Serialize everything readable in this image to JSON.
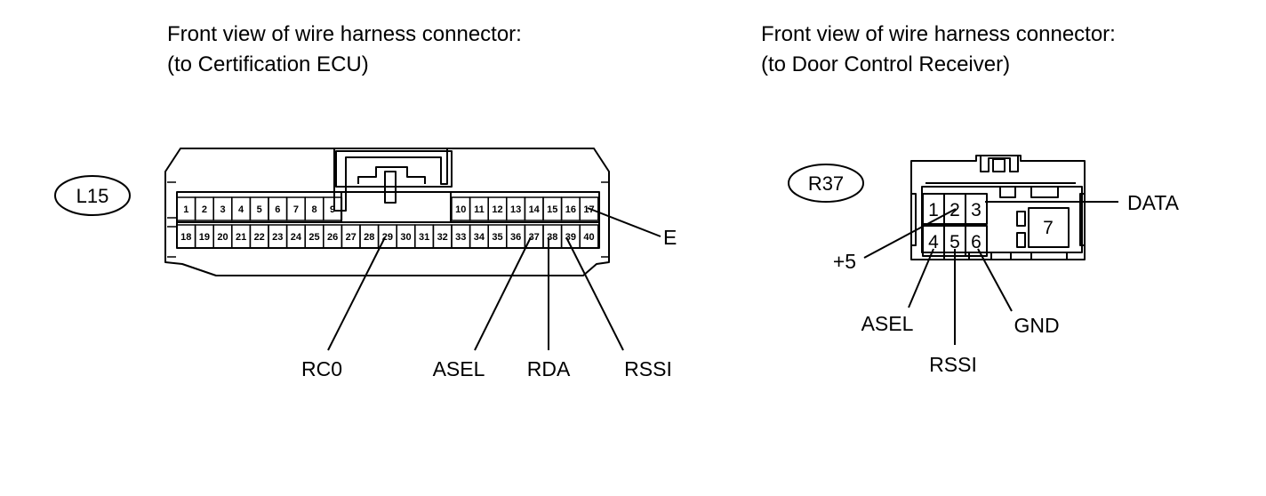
{
  "left_connector": {
    "title_line1": "Front view of wire harness connector:",
    "title_line2": "(to Certification ECU)",
    "id": "L15",
    "pins_top_left": [
      "1",
      "2",
      "3",
      "4",
      "5",
      "6",
      "7",
      "8",
      "9"
    ],
    "pins_top_right": [
      "10",
      "11",
      "12",
      "13",
      "14",
      "15",
      "16",
      "17"
    ],
    "pins_bottom": [
      "18",
      "19",
      "20",
      "21",
      "22",
      "23",
      "24",
      "25",
      "26",
      "27",
      "28",
      "29",
      "30",
      "31",
      "32",
      "33",
      "34",
      "35",
      "36",
      "37",
      "38",
      "39",
      "40"
    ],
    "signals": {
      "e": "E",
      "rc0": "RC0",
      "asel": "ASEL",
      "rda": "RDA",
      "rssi": "RSSI"
    }
  },
  "right_connector": {
    "title_line1": "Front view of wire harness connector:",
    "title_line2": "(to Door Control Receiver)",
    "id": "R37",
    "pins": [
      "1",
      "2",
      "3",
      "4",
      "5",
      "6",
      "7"
    ],
    "signals": {
      "data": "DATA",
      "plus5": "+5",
      "asel": "ASEL",
      "rssi": "RSSI",
      "gnd": "GND"
    }
  }
}
